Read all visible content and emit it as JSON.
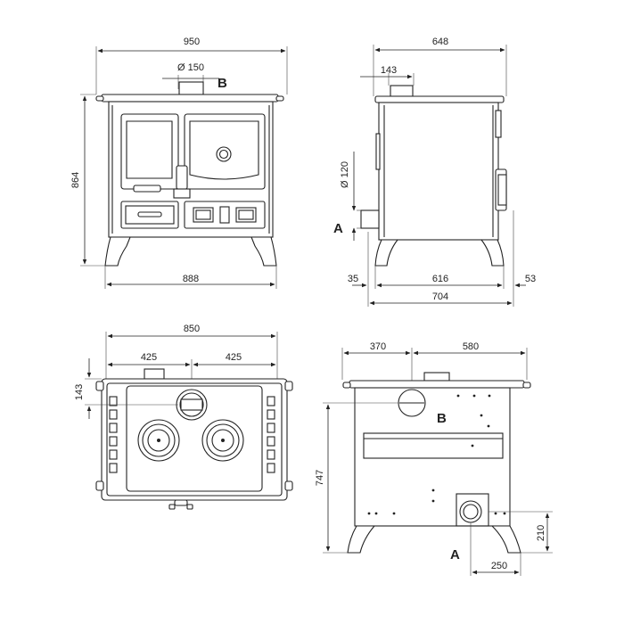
{
  "front_view": {
    "width_dim": "950",
    "flue_dim": "Ø 150",
    "flue_label": "B",
    "height_dim": "864",
    "base_dim": "888"
  },
  "side_view": {
    "depth_dim": "648",
    "flue_offset_dim": "143",
    "inlet_dim": "Ø 120",
    "inlet_label": "A",
    "left_overhang_dim": "35",
    "body_dim": "616",
    "right_overhang_dim": "53",
    "total_depth_dim": "704"
  },
  "top_view": {
    "width_dim": "850",
    "half_left_dim": "425",
    "half_right_dim": "425",
    "flue_offset_dim": "143"
  },
  "rear_view": {
    "left_dim": "370",
    "right_dim": "580",
    "flue_label": "B",
    "height_dim": "747",
    "inlet_label": "A",
    "inlet_height_dim": "210",
    "inlet_offset_dim": "250"
  }
}
